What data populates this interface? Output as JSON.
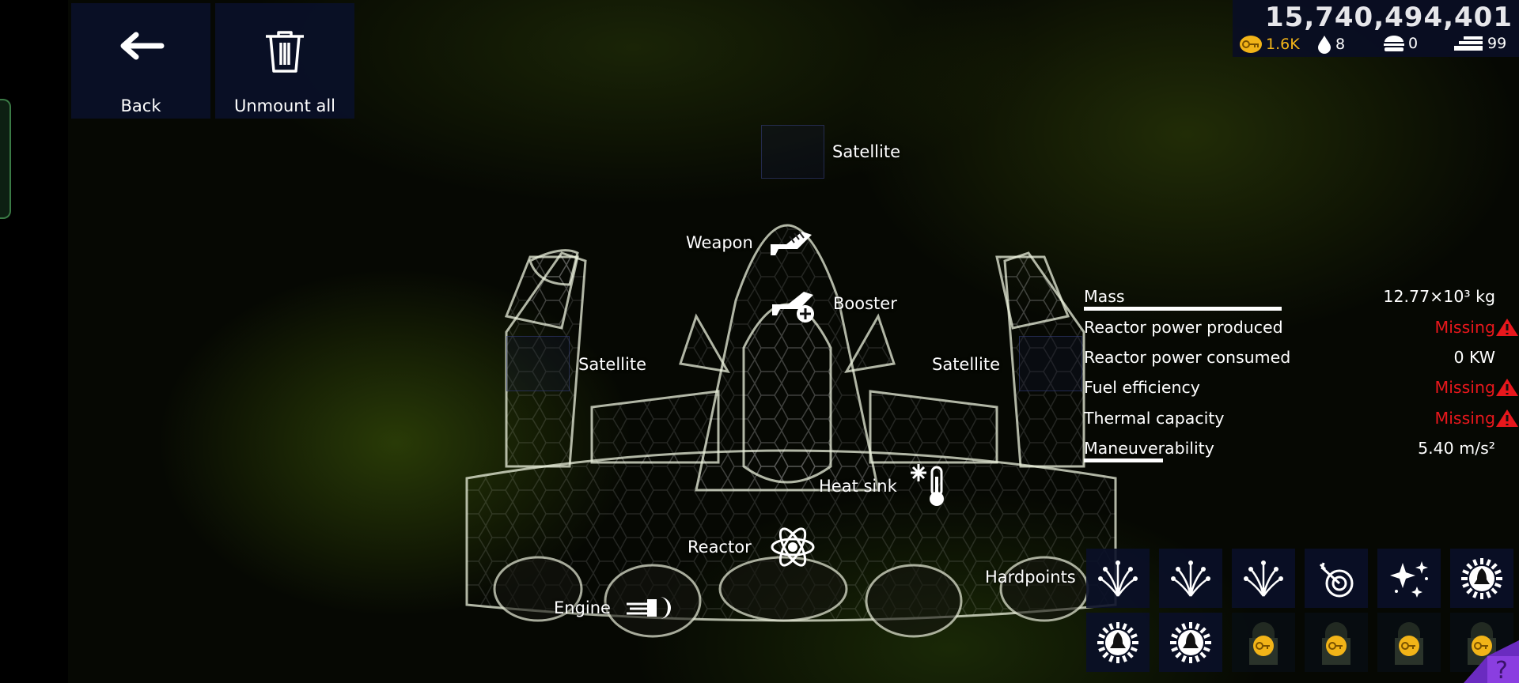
{
  "top_buttons": {
    "back": "Back",
    "unmount_all": "Unmount all"
  },
  "currency": {
    "credits": "15,740,494,401",
    "keys": "1.6K",
    "fuel": "8",
    "food": "0",
    "stacks": "99"
  },
  "slots": {
    "satellite_top": "Satellite",
    "weapon": "Weapon",
    "booster": "Booster",
    "satellite_left": "Satellite",
    "satellite_right": "Satellite",
    "heat_sink": "Heat sink",
    "reactor": "Reactor",
    "hardpoints": "Hardpoints",
    "engine": "Engine"
  },
  "stats": [
    {
      "label": "Mass",
      "value": "12.77×10³ kg",
      "status": "ok",
      "bar": 0.55
    },
    {
      "label": "Reactor power produced",
      "value": "Missing",
      "status": "missing"
    },
    {
      "label": "Reactor power consumed",
      "value": "0 KW",
      "status": "ok"
    },
    {
      "label": "Fuel efficiency",
      "value": "Missing",
      "status": "missing"
    },
    {
      "label": "Thermal capacity",
      "value": "Missing",
      "status": "missing"
    },
    {
      "label": "Maneuverability",
      "value": "5.40 m/s²",
      "status": "ok",
      "bar": 0.22
    }
  ],
  "hardpoints": [
    "fireworks-icon",
    "fireworks-icon",
    "fireworks-icon",
    "target-icon",
    "sparkles-icon",
    "sun-bell-icon",
    "sun-bell-icon",
    "sun-bell-icon",
    "locked",
    "locked",
    "locked",
    "locked"
  ],
  "colors": {
    "missing": "#e8171c",
    "key": "#f2b418",
    "panel": "#0a1028"
  }
}
